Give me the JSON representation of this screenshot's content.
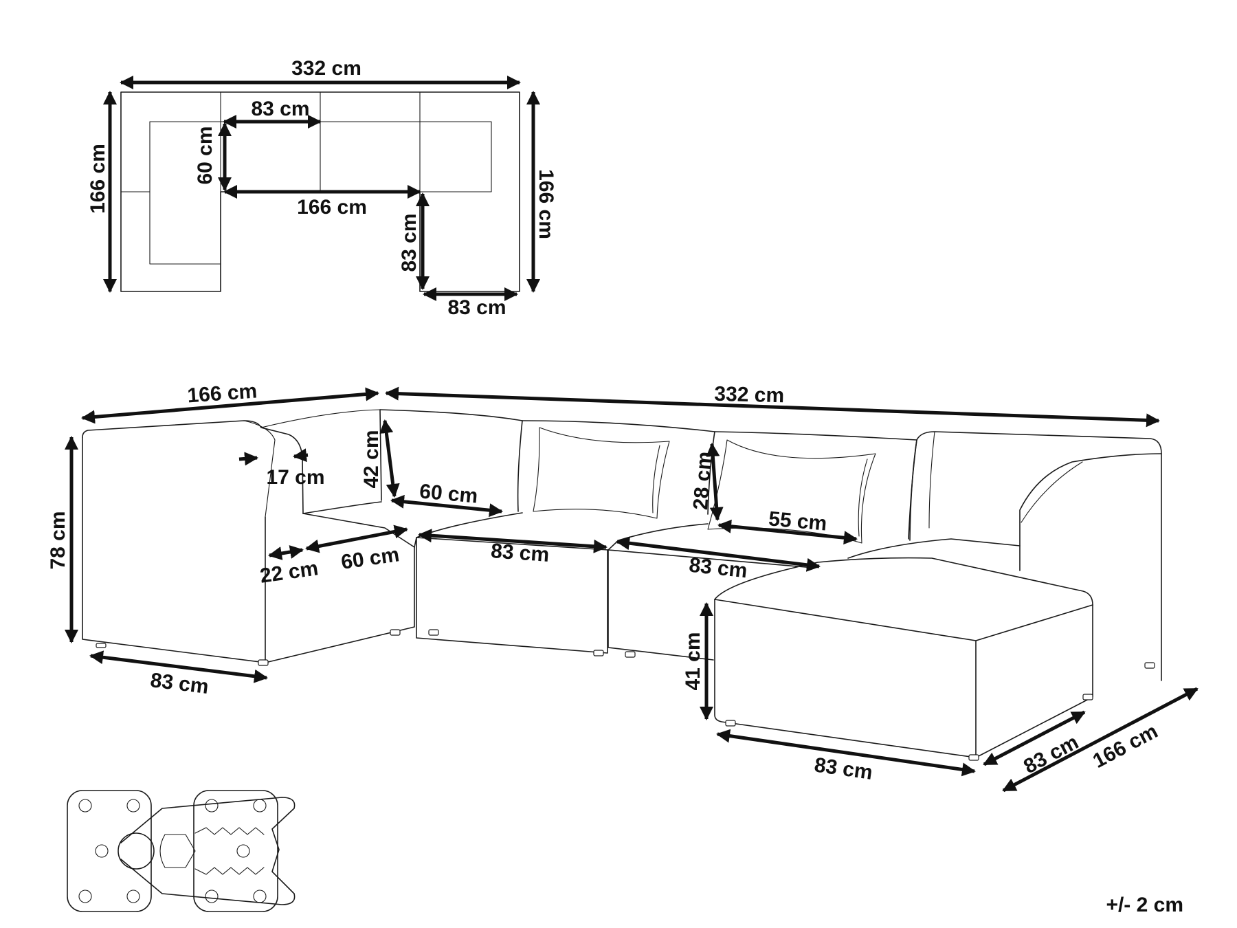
{
  "top_view": {
    "overall_width": "332 cm",
    "module_width": "83 cm",
    "seat_depth": "60 cm",
    "inner_width": "166 cm",
    "left_depth": "166 cm",
    "right_depth": "166 cm",
    "chaise_depth": "83 cm",
    "chaise_width": "83 cm"
  },
  "front_view": {
    "left_length": "166 cm",
    "overall_length": "332 cm",
    "height": "78 cm",
    "arm_width": "17 cm",
    "back_height": "42 cm",
    "seat_depth_a": "60 cm",
    "backrest_depth": "22 cm",
    "seat_depth_b": "60 cm",
    "module_a": "83 cm",
    "module_b": "83 cm",
    "cushion_height": "28 cm",
    "seat_depth_c": "55 cm",
    "corner_width": "83 cm",
    "seat_height": "41 cm",
    "chaise_width": "83 cm",
    "chaise_depth": "83 cm",
    "right_length": "166 cm"
  },
  "tolerance": "+/- 2 cm",
  "icons": {
    "connector": "sofa-connector-clip-icon"
  }
}
